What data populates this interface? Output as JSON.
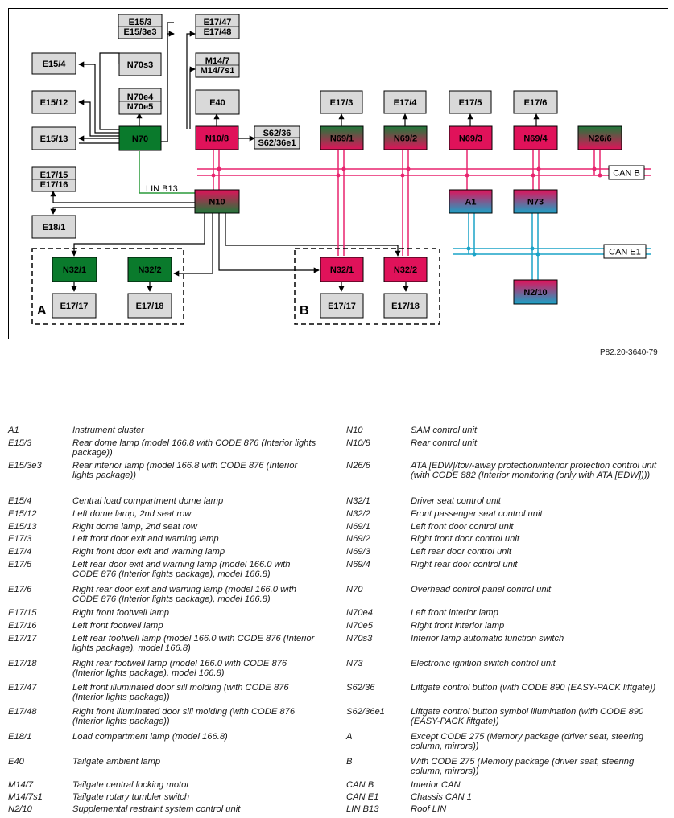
{
  "figure_id": "P82.20-3640-79",
  "colors": {
    "green": "#0a7a2c",
    "magenta": "#e0125a",
    "gray": "#d9d9d9",
    "teal": "#1aa3c7",
    "pink_bus": "#e8246f",
    "lin_green": "#2a9a3a"
  },
  "boxes": [
    {
      "id": "E15/3",
      "lines": [
        "E15/3",
        "E15/3e3"
      ],
      "style": "gray"
    },
    {
      "id": "E17/47",
      "lines": [
        "E17/47",
        "E17/48"
      ],
      "style": "gray"
    },
    {
      "id": "M14/7",
      "lines": [
        "M14/7",
        "M14/7s1"
      ],
      "style": "gray"
    },
    {
      "id": "E15/4",
      "lines": [
        "E15/4"
      ],
      "style": "gray"
    },
    {
      "id": "N70s3",
      "lines": [
        "N70s3"
      ],
      "style": "gray"
    },
    {
      "id": "E15/12",
      "lines": [
        "E15/12"
      ],
      "style": "gray"
    },
    {
      "id": "N70e4",
      "lines": [
        "N70e4",
        "N70e5"
      ],
      "style": "gray"
    },
    {
      "id": "E40",
      "lines": [
        "E40"
      ],
      "style": "gray"
    },
    {
      "id": "E17/3",
      "lines": [
        "E17/3"
      ],
      "style": "gray"
    },
    {
      "id": "E17/4",
      "lines": [
        "E17/4"
      ],
      "style": "gray"
    },
    {
      "id": "E17/5",
      "lines": [
        "E17/5"
      ],
      "style": "gray"
    },
    {
      "id": "E17/6",
      "lines": [
        "E17/6"
      ],
      "style": "gray"
    },
    {
      "id": "E15/13",
      "lines": [
        "E15/13"
      ],
      "style": "gray"
    },
    {
      "id": "N70",
      "lines": [
        "N70"
      ],
      "style": "green"
    },
    {
      "id": "N10/8",
      "lines": [
        "N10/8"
      ],
      "style": "magenta"
    },
    {
      "id": "S62/36",
      "lines": [
        "S62/36",
        "S62/36e1"
      ],
      "style": "gray"
    },
    {
      "id": "N69/1",
      "lines": [
        "N69/1"
      ],
      "style": "grad-gm"
    },
    {
      "id": "N69/2",
      "lines": [
        "N69/2"
      ],
      "style": "grad-gm"
    },
    {
      "id": "N69/3",
      "lines": [
        "N69/3"
      ],
      "style": "magenta"
    },
    {
      "id": "N69/4",
      "lines": [
        "N69/4"
      ],
      "style": "magenta"
    },
    {
      "id": "N26/6",
      "lines": [
        "N26/6"
      ],
      "style": "grad-gm"
    },
    {
      "id": "E17/15",
      "lines": [
        "E17/15",
        "E17/16"
      ],
      "style": "gray"
    },
    {
      "id": "N10",
      "lines": [
        "N10"
      ],
      "style": "grad-mg"
    },
    {
      "id": "A1",
      "lines": [
        "A1"
      ],
      "style": "grad-mt"
    },
    {
      "id": "N73",
      "lines": [
        "N73"
      ],
      "style": "grad-mt"
    },
    {
      "id": "E18/1",
      "lines": [
        "E18/1"
      ],
      "style": "gray"
    },
    {
      "id": "N32/1A",
      "lines": [
        "N32/1"
      ],
      "style": "green"
    },
    {
      "id": "N32/2A",
      "lines": [
        "N32/2"
      ],
      "style": "green"
    },
    {
      "id": "N32/1B",
      "lines": [
        "N32/1"
      ],
      "style": "magenta"
    },
    {
      "id": "N32/2B",
      "lines": [
        "N32/2"
      ],
      "style": "magenta"
    },
    {
      "id": "N2/10",
      "lines": [
        "N2/10"
      ],
      "style": "grad-mt"
    },
    {
      "id": "E17/17A",
      "lines": [
        "E17/17"
      ],
      "style": "gray"
    },
    {
      "id": "E17/18A",
      "lines": [
        "E17/18"
      ],
      "style": "gray"
    },
    {
      "id": "E17/17B",
      "lines": [
        "E17/17"
      ],
      "style": "gray"
    },
    {
      "id": "E17/18B",
      "lines": [
        "E17/18"
      ],
      "style": "gray"
    }
  ],
  "bus_labels": {
    "can_b": "CAN B",
    "can_e1": "CAN E1",
    "lin_b13": "LIN B13"
  },
  "region_labels": {
    "a": "A",
    "b": "B"
  },
  "legend_left": [
    {
      "code": "A1",
      "desc": "Instrument cluster"
    },
    {
      "code": "E15/3",
      "desc": "Rear dome lamp (model 166.8 with CODE 876 (Interior lights package))"
    },
    {
      "code": "E15/3e3",
      "desc": "Rear interior lamp (model 166.8 with CODE 876 (Interior lights package))"
    },
    {
      "code": "E15/4",
      "desc": "Central load compartment dome lamp"
    },
    {
      "code": "E15/12",
      "desc": "Left dome lamp, 2nd seat row"
    },
    {
      "code": "E15/13",
      "desc": "Right dome lamp, 2nd seat row"
    },
    {
      "code": "E17/3",
      "desc": "Left front door exit and warning lamp"
    },
    {
      "code": "E17/4",
      "desc": "Right front door exit and warning lamp"
    },
    {
      "code": "E17/5",
      "desc": "Left rear door exit and warning lamp (model 166.0 with CODE 876 (Interior lights package), model 166.8)"
    },
    {
      "code": "E17/6",
      "desc": "Right rear door exit and warning lamp (model 166.0 with CODE 876 (Interior lights package), model 166.8)"
    },
    {
      "code": "E17/15",
      "desc": "Right front footwell lamp"
    },
    {
      "code": "E17/16",
      "desc": "Left front footwell lamp"
    },
    {
      "code": "E17/17",
      "desc": "Left rear footwell lamp (model 166.0 with CODE 876 (Interior lights package), model 166.8)"
    },
    {
      "code": "E17/18",
      "desc": "Right rear footwell lamp (model 166.0 with CODE 876 (Interior lights package), model 166.8)"
    },
    {
      "code": "E17/47",
      "desc": "Left front illuminated door sill molding (with CODE 876 (Interior lights package))"
    },
    {
      "code": "E17/48",
      "desc": "Right front illuminated door sill molding (with CODE 876 (Interior lights package))"
    },
    {
      "code": "E18/1",
      "desc": "Load compartment lamp (model 166.8)"
    },
    {
      "code": "E40",
      "desc": "Tailgate ambient lamp"
    },
    {
      "code": "M14/7",
      "desc": "Tailgate central locking motor"
    },
    {
      "code": "M14/7s1",
      "desc": "Tailgate rotary tumbler switch"
    },
    {
      "code": "N2/10",
      "desc": "Supplemental restraint system control unit"
    }
  ],
  "legend_right": [
    {
      "code": "N10",
      "desc": "SAM control unit"
    },
    {
      "code": "N10/8",
      "desc": "Rear control unit"
    },
    {
      "code": "N26/6",
      "desc": "ATA [EDW]/tow-away protection/interior protection control unit (with CODE 882 (Interior monitoring (only with ATA [EDW])))"
    },
    {
      "code": "N32/1",
      "desc": "Driver seat control unit"
    },
    {
      "code": "N32/2",
      "desc": "Front passenger seat control unit"
    },
    {
      "code": "N69/1",
      "desc": "Left front door control unit"
    },
    {
      "code": "N69/2",
      "desc": "Right front door control unit"
    },
    {
      "code": "N69/3",
      "desc": "Left rear door control unit"
    },
    {
      "code": "N69/4",
      "desc": "Right rear door control unit"
    },
    {
      "code": "N70",
      "desc": "Overhead control panel control unit"
    },
    {
      "code": "N70e4",
      "desc": "Left front interior lamp"
    },
    {
      "code": "N70e5",
      "desc": "Right front interior lamp"
    },
    {
      "code": "N70s3",
      "desc": "Interior lamp automatic function switch"
    },
    {
      "code": "N73",
      "desc": "Electronic ignition switch control unit"
    },
    {
      "code": "S62/36",
      "desc": "Liftgate control button (with CODE 890 (EASY-PACK liftgate))"
    },
    {
      "code": "S62/36e1",
      "desc": "Liftgate control button symbol illumination (with CODE 890 (EASY-PACK liftgate))"
    },
    {
      "code": "A",
      "desc": "Except CODE 275 (Memory package (driver seat, steering column, mirrors))"
    },
    {
      "code": "B",
      "desc": "With CODE 275 (Memory package (driver seat, steering column, mirrors))"
    },
    {
      "code": "CAN B",
      "desc": "Interior CAN"
    },
    {
      "code": "CAN E1",
      "desc": "Chassis CAN 1"
    },
    {
      "code": "LIN B13",
      "desc": "Roof LIN"
    }
  ]
}
